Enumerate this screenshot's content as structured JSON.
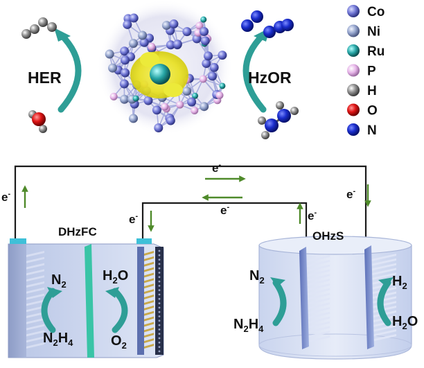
{
  "top": {
    "her_label": "HER",
    "hzor_label": "HzOR"
  },
  "legend": [
    {
      "symbol": "Co",
      "color": "#6f75d4"
    },
    {
      "symbol": "Ni",
      "color": "#93a3cc"
    },
    {
      "symbol": "Ru",
      "color": "#27a6a6"
    },
    {
      "symbol": "P",
      "color": "#e6b4e8"
    },
    {
      "symbol": "H",
      "color": "#8c8c8c"
    },
    {
      "symbol": "O",
      "color": "#e01515"
    },
    {
      "symbol": "N",
      "color": "#1c2fc4"
    }
  ],
  "circuit": {
    "electron": "e",
    "electron_sup": "-"
  },
  "cells": {
    "dhzfc": {
      "name": "DHzFC",
      "anode_top": {
        "base": "N",
        "sub": "2"
      },
      "anode_bottom": {
        "base": "N",
        "sub": "2",
        "base2": "H",
        "sub2": "4"
      },
      "cathode_top": {
        "base": "H",
        "sub": "2",
        "base2": "O"
      },
      "cathode_bottom": {
        "base": "O",
        "sub": "2"
      }
    },
    "ohzs": {
      "name": "OHzS",
      "left_top": {
        "base": "N",
        "sub": "2"
      },
      "left_bottom": {
        "base": "N",
        "sub": "2",
        "base2": "H",
        "sub2": "4"
      },
      "right_top": {
        "base": "H",
        "sub": "2"
      },
      "right_bottom": {
        "base": "H",
        "sub": "2",
        "base2": "O"
      }
    }
  },
  "colors": {
    "teal": "#2e9e96",
    "green_arrow": "#4f8a2a",
    "wire": "#1a1a1a",
    "electrode_top": "#3fc0d8"
  }
}
